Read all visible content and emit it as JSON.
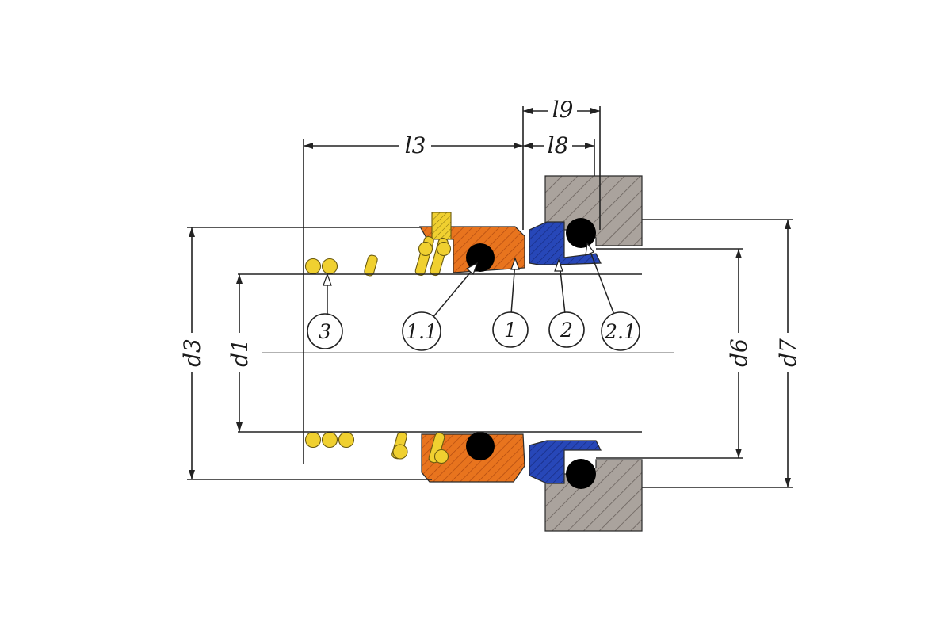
{
  "dimensions": {
    "l3": "l3",
    "l8": "l8",
    "l9": "l9",
    "d1": "d1",
    "d3": "d3",
    "d6": "d6",
    "d7": "d7"
  },
  "callouts": {
    "c3": "3",
    "c1_1": "1.1",
    "c1": "1",
    "c2": "2",
    "c2_1": "2.1"
  },
  "colors": {
    "spring": "#f0d030",
    "rotating_face": "#e8741e",
    "stationary_seat": "#2747b8",
    "o_ring": "#000000",
    "housing": "#aaa39d",
    "lines": "#222222"
  }
}
